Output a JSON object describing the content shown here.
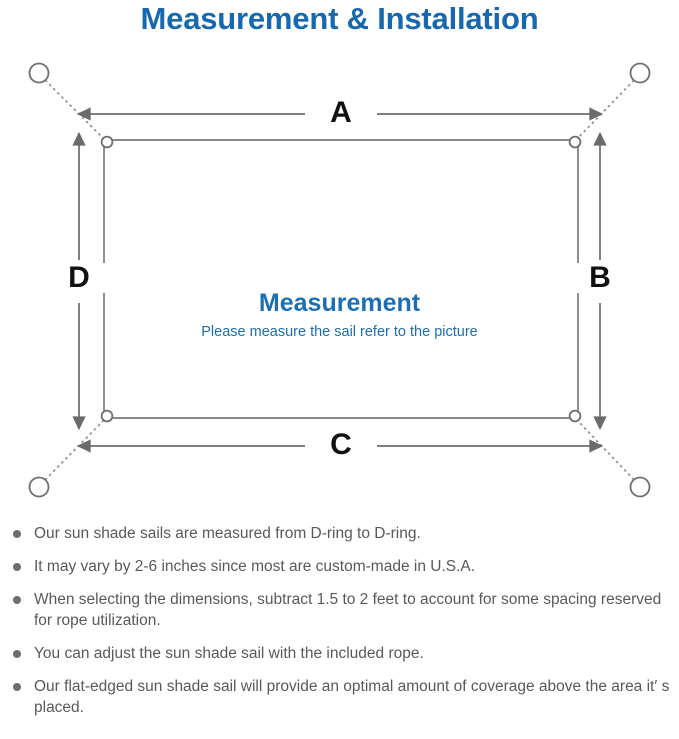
{
  "page": {
    "title": "Measurement & Installation",
    "title_color": "#1668b0",
    "background": "#ffffff"
  },
  "diagram": {
    "center_title": "Measurement",
    "center_subtitle": "Please measure the sail refer to the picture",
    "center_text_color": "#1b6fb2",
    "sail_stroke_color": "#7a7a7c",
    "sail_fill_color": "#ffffff",
    "arrow_color": "#6b6b6d",
    "dotted_rope_color": "#8a8a8c",
    "dimension_labels": [
      {
        "id": "A",
        "label": "A",
        "position": "top"
      },
      {
        "id": "B",
        "label": "B",
        "position": "right"
      },
      {
        "id": "C",
        "label": "C",
        "position": "bottom"
      },
      {
        "id": "D",
        "label": "D",
        "position": "left"
      }
    ],
    "d_rings": [
      {
        "id": "top-left",
        "corner": "top-left"
      },
      {
        "id": "top-right",
        "corner": "top-right"
      },
      {
        "id": "bottom-left",
        "corner": "bottom-left"
      },
      {
        "id": "bottom-right",
        "corner": "bottom-right"
      }
    ],
    "anchor_points": [
      {
        "id": "anchor-top-left"
      },
      {
        "id": "anchor-top-right"
      },
      {
        "id": "anchor-bottom-left"
      },
      {
        "id": "anchor-bottom-right"
      }
    ]
  },
  "notes": {
    "bullet_color": "#6e6e70",
    "text_color": "#58595b",
    "items": [
      "Our sun shade sails are measured from D-ring to D-ring.",
      "It may vary by 2-6 inches since most are custom-made in U.S.A.",
      "When selecting the dimensions, subtract 1.5 to 2 feet to account for some spacing reserved for rope utilization.",
      "You can adjust the sun shade sail with the included rope.",
      "Our flat-edged sun shade sail will provide an optimal amount of coverage above the area it′ s placed."
    ]
  }
}
